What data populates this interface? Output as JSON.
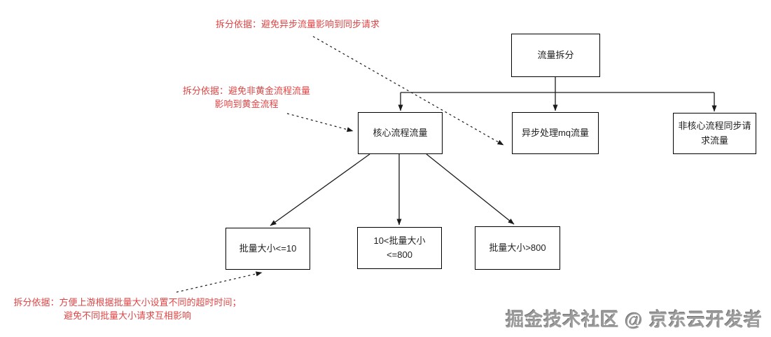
{
  "canvas": {
    "background": "#ffffff",
    "node_border_color": "#000000",
    "node_text_color": "#1f1f1f",
    "edge_color": "#1a1a1a",
    "annotation_color": "#e04545",
    "watermark_color": "#9b9b9b"
  },
  "nodes": [
    {
      "id": "traffic-split",
      "label": "流量拆分"
    },
    {
      "id": "core-flow",
      "label": "核心流程流量"
    },
    {
      "id": "async-mq",
      "label": "异步处理mq流量"
    },
    {
      "id": "non-core-sync",
      "label": "非核心流程同步请求流量"
    },
    {
      "id": "batch-le-10",
      "label": "批量大小<=10"
    },
    {
      "id": "batch-10-800",
      "label": "10<批量大小<=800"
    },
    {
      "id": "batch-gt-800",
      "label": "批量大小>800"
    }
  ],
  "annotations": [
    {
      "id": "note-async",
      "text": "拆分依据：避免异步流量影响到同步请求"
    },
    {
      "id": "note-golden",
      "text": "拆分依据：避免非黄金流程流量\n影响到黄金流程"
    },
    {
      "id": "note-batch",
      "text": "拆分依据：方便上游根据批量大小设置不同的超时时间；\n避免不同批量大小请求互相影响"
    }
  ],
  "watermark": {
    "text": "掘金技术社区 @ 京东云开发者"
  }
}
